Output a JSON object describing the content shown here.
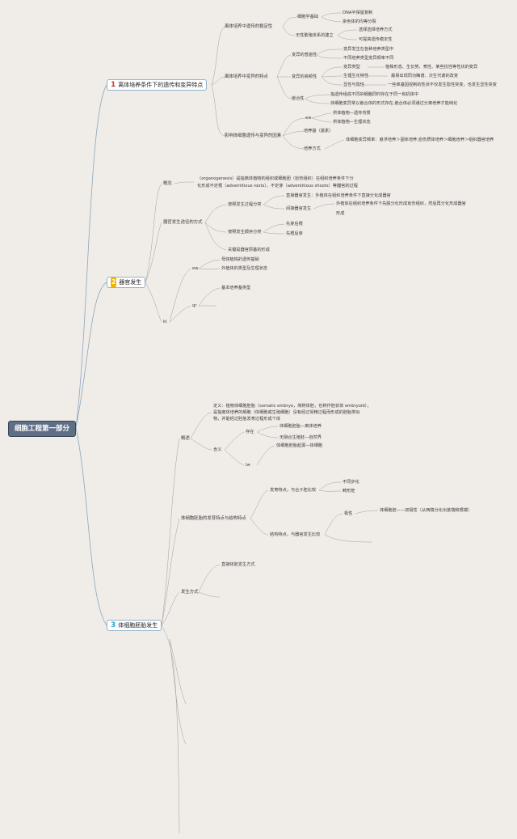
{
  "root": "细胞工程第一部分",
  "branches": {
    "b1": {
      "number": "1",
      "title": "离体培养条件下的遗传和变异特点"
    },
    "b2": {
      "number": "2",
      "title": "器官发生"
    },
    "b3": {
      "number": "3",
      "title": "体细胞胚胎发生"
    }
  },
  "n": {
    "a1": "离体培养中遗传的稳定性",
    "a1a": "细胞学基础",
    "a1a1": "DNA半保留复制",
    "a1a2": "染色体的均等分裂",
    "a1b": "无性繁殖体系的建立",
    "a1b1": "选择选择培养方式",
    "a1b2": "可提高遗传稳定性",
    "a2": "离体培养中变异的特点",
    "a2a": "变异的普遍性",
    "a2a1": "变异发生在各种培养类型中",
    "a2a2": "不同培养类型变异频率不同",
    "a2b": "变异的高频性",
    "a2b1": "变异类型",
    "a2b1v": "植株形态、生长势、育性、某些抗性等性状的变异",
    "a2b2": "生理生化特性",
    "a2b2v": "最易出现同功酶谱、次生代谢的改变",
    "a2b3": "显性与隐性",
    "a2b3v": "一些单基因控制的性状不仅发生隐性突变，也发生显性突变",
    "a2c": "嵌合性",
    "a2c1": "指遗传组成不同的细胞同时存在于同一有机体中",
    "a2c2": "体细胞变异常以嵌合体的形式存在,嵌合体必须通过分离培养才能纯化",
    "a3": "影响体细胞遗传与变异的因素",
    "a3a": "ew",
    "a3a1": "供体植物—遗传背景",
    "a3a2": "供体植物—生理状态",
    "a3b": "培养基（激素）",
    "a3c": "培养方式",
    "a3c1": "体细胞变异频率：悬浮培养＞固体培养,愈伤质体培养＞细胞培养＞组织器官培养",
    "c1": "概念",
    "c1a": "（organogenesis）是指离体植物的组织或细胞团（愈伤组织）在组织培养条件下分",
    "c1b": "化形成不定根（adventitious roots）、不定芽（adventitious shoots）等器官的过程",
    "c2": "器官发生途径的方式",
    "c2a": "按照发生过程分类",
    "c2a1": "直接器官发生：外植体在组织培养条件下直接分化成器官",
    "c2a2": "间接器官发生",
    "c2a2a": "外植体在组织培养条件下先脱分化形成愈伤组织，然后再分化形成器官",
    "c2a2b": "形成",
    "c2b": "按照发生顺序分类",
    "c2b1": "先芽后根",
    "c2b2": "先根后芽",
    "c2c": "关键是器官原基的形成",
    "c3": "kl",
    "c3a": "ew",
    "c3a1": "母体植株的遗传基础",
    "c3a2": "外植体的类型及生理状态",
    "c3b": "qr",
    "c3b1": "基本培养基类型",
    "d1": "概述",
    "d1a": "定义：植物体细胞胚胎（somatic embryo，简称体胚，也称作胚状体 embryoid），",
    "d1b": "是指离体培养的细胞（体细胞或生殖细胞）没有经过受精过程而形成的胚胎类似",
    "d1c": "物，并能经过胚胎发育过程形成个体",
    "d1d": "含义",
    "d1d1": "存在",
    "d1d1a": "体细胞胚胎—离体培养",
    "d1d1b": "无融合生殖胚—自然界",
    "d1d2": "lw",
    "d1d2a": "体细胞胚胎起源—体细胞",
    "d2": "体细胞胚胎的发育特点与结构特点",
    "d2a": "发育特点，与合子胚比较",
    "d2a1": "不同步化",
    "d2a2": "畸形胚",
    "d2b": "结构特点，与器官发生比较",
    "d2b1": "极性",
    "d2b1a": "体细胞胚——双极性（从两端分化出茎端和根端）",
    "d3": "发生方式",
    "d3a": "直接体胚发生方式"
  }
}
